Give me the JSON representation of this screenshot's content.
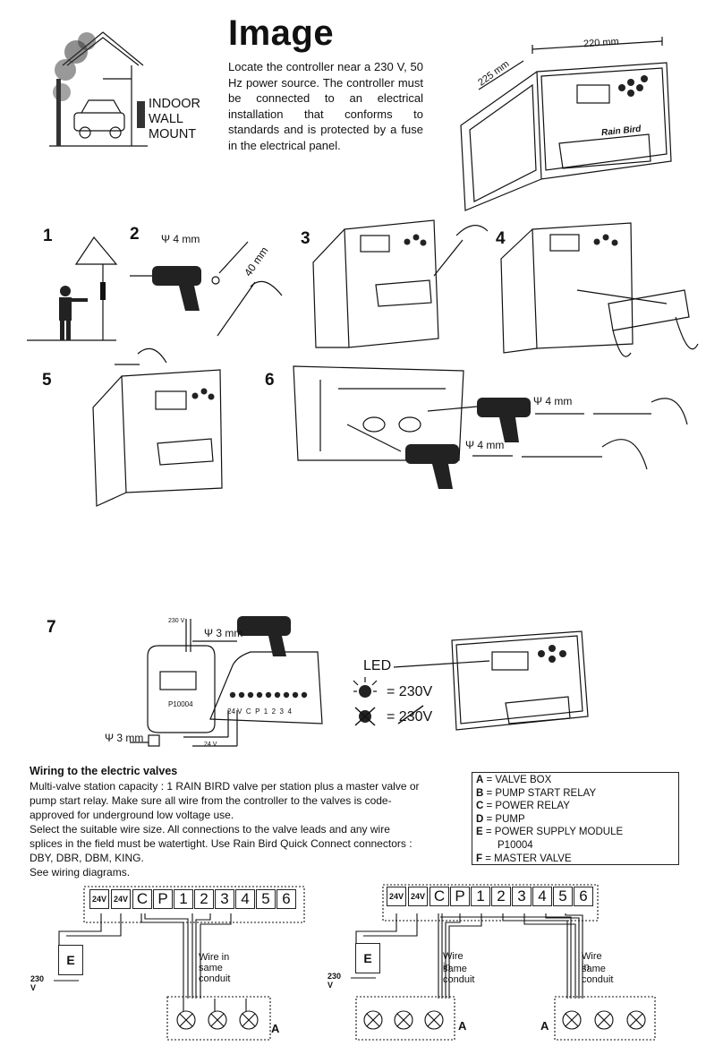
{
  "header": {
    "title": "Image",
    "intro": "Locate the controller near a 230 V, 50 Hz power source. The controller must be connected to an electrical installation that conforms to standards and is protected by a fuse in the electrical panel.",
    "indoor_label": [
      "INDOOR",
      "WALL",
      "MOUNT"
    ],
    "dim_width": "220 mm",
    "dim_depth": "225 mm",
    "brand_logo": "Rain Bird"
  },
  "steps": {
    "s1": "1",
    "s2": "2",
    "s3": "3",
    "s4": "4",
    "s5": "5",
    "s6": "6",
    "s7": "7",
    "drill_4mm": "Ψ 4 mm",
    "dist_40mm": "40 mm",
    "drill_4mm_a": "Ψ 4 mm",
    "drill_4mm_b": "Ψ 4 mm",
    "drill_3mm_a": "Ψ 3 mm",
    "drill_3mm_b": "Ψ 3 mm",
    "v230_small": "230 V",
    "v24_small": "24 V",
    "module_id": "P10004",
    "strip": "24 V  C  P  1  2  3  4",
    "led": "LED",
    "led_on": "= 230V",
    "led_off": "= 230V"
  },
  "wiring": {
    "title": "Wiring to the electric valves",
    "lines": [
      "Multi-valve station capacity : 1 RAIN BIRD valve per station plus a master valve or",
      "pump start relay. Make sure all wire from the controller to the valves is code-",
      "approved for underground low voltage use.",
      "Select the suitable wire size. All connections to the valve leads and any wire",
      "splices in the field must be watertight.    Use Rain Bird Quick Connect connectors :",
      "DBY, DBR, DBM, KING.",
      "See wiring diagrams."
    ]
  },
  "legend": [
    {
      "key": "A",
      "text": " = VALVE BOX"
    },
    {
      "key": "B",
      "text": " = PUMP START RELAY"
    },
    {
      "key": "C",
      "text": " = POWER RELAY"
    },
    {
      "key": "D",
      "text": " = PUMP"
    },
    {
      "key": "E",
      "text": " = POWER SUPPLY MODULE"
    },
    {
      "key": "",
      "text": "P10004"
    },
    {
      "key": "F",
      "text": " = MASTER VALVE"
    }
  ],
  "diagrams": {
    "terminals": [
      "24V",
      "24V",
      "C",
      "P",
      "1",
      "2",
      "3",
      "4",
      "5",
      "6"
    ],
    "e_label": "E",
    "v230": "230 V",
    "conduit_single": "Wire in same conduit",
    "conduit_a": "Wire in",
    "conduit_b": "same conduit",
    "box_label": "A"
  }
}
